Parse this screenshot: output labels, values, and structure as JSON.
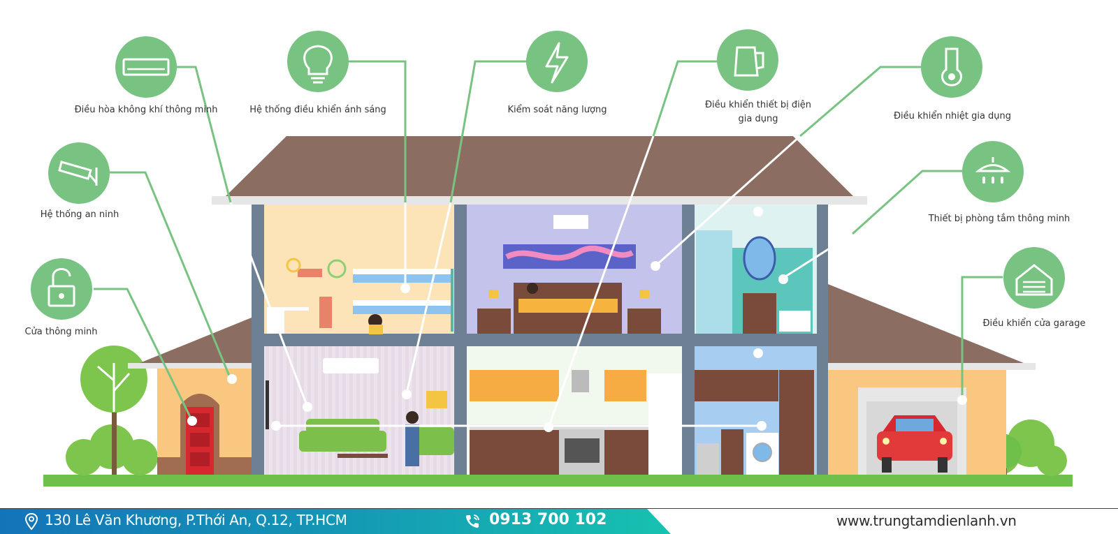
{
  "features": [
    {
      "id": "smart-ac",
      "label": "Điều hòa không khí thông minh",
      "icon": "air-conditioner-icon"
    },
    {
      "id": "lighting",
      "label": "Hệ thống điều khiển ánh sáng",
      "icon": "light-bulb-icon"
    },
    {
      "id": "energy",
      "label": "Kiểm soát năng lượng",
      "icon": "lightning-icon"
    },
    {
      "id": "appliance",
      "label": "Điều khiển thiết bị điện",
      "label2": "gia dụng",
      "icon": "kettle-icon"
    },
    {
      "id": "temperature",
      "label": "Điều khiển nhiệt gia dụng",
      "icon": "thermometer-icon"
    },
    {
      "id": "security",
      "label": "Hệ thống an ninh",
      "icon": "security-camera-icon"
    },
    {
      "id": "bathroom",
      "label": "Thiết bị phòng tắm thông minh",
      "icon": "shower-icon"
    },
    {
      "id": "door",
      "label": "Cửa thông minh",
      "icon": "unlock-icon"
    },
    {
      "id": "garage",
      "label": "Điều khiển cửa garage",
      "icon": "garage-icon"
    }
  ],
  "footer": {
    "address": "130 Lê Văn Khương, P.Thới An, Q.12, TP.HCM",
    "phone": "0913 700 102",
    "website": "www.trungtamdienlanh.vn"
  },
  "colors": {
    "accent_green": "#78c382",
    "roof": "#8c6d62",
    "wall": "#6e8194",
    "footer_blue": "#1474b8",
    "footer_teal": "#17c2b0"
  }
}
